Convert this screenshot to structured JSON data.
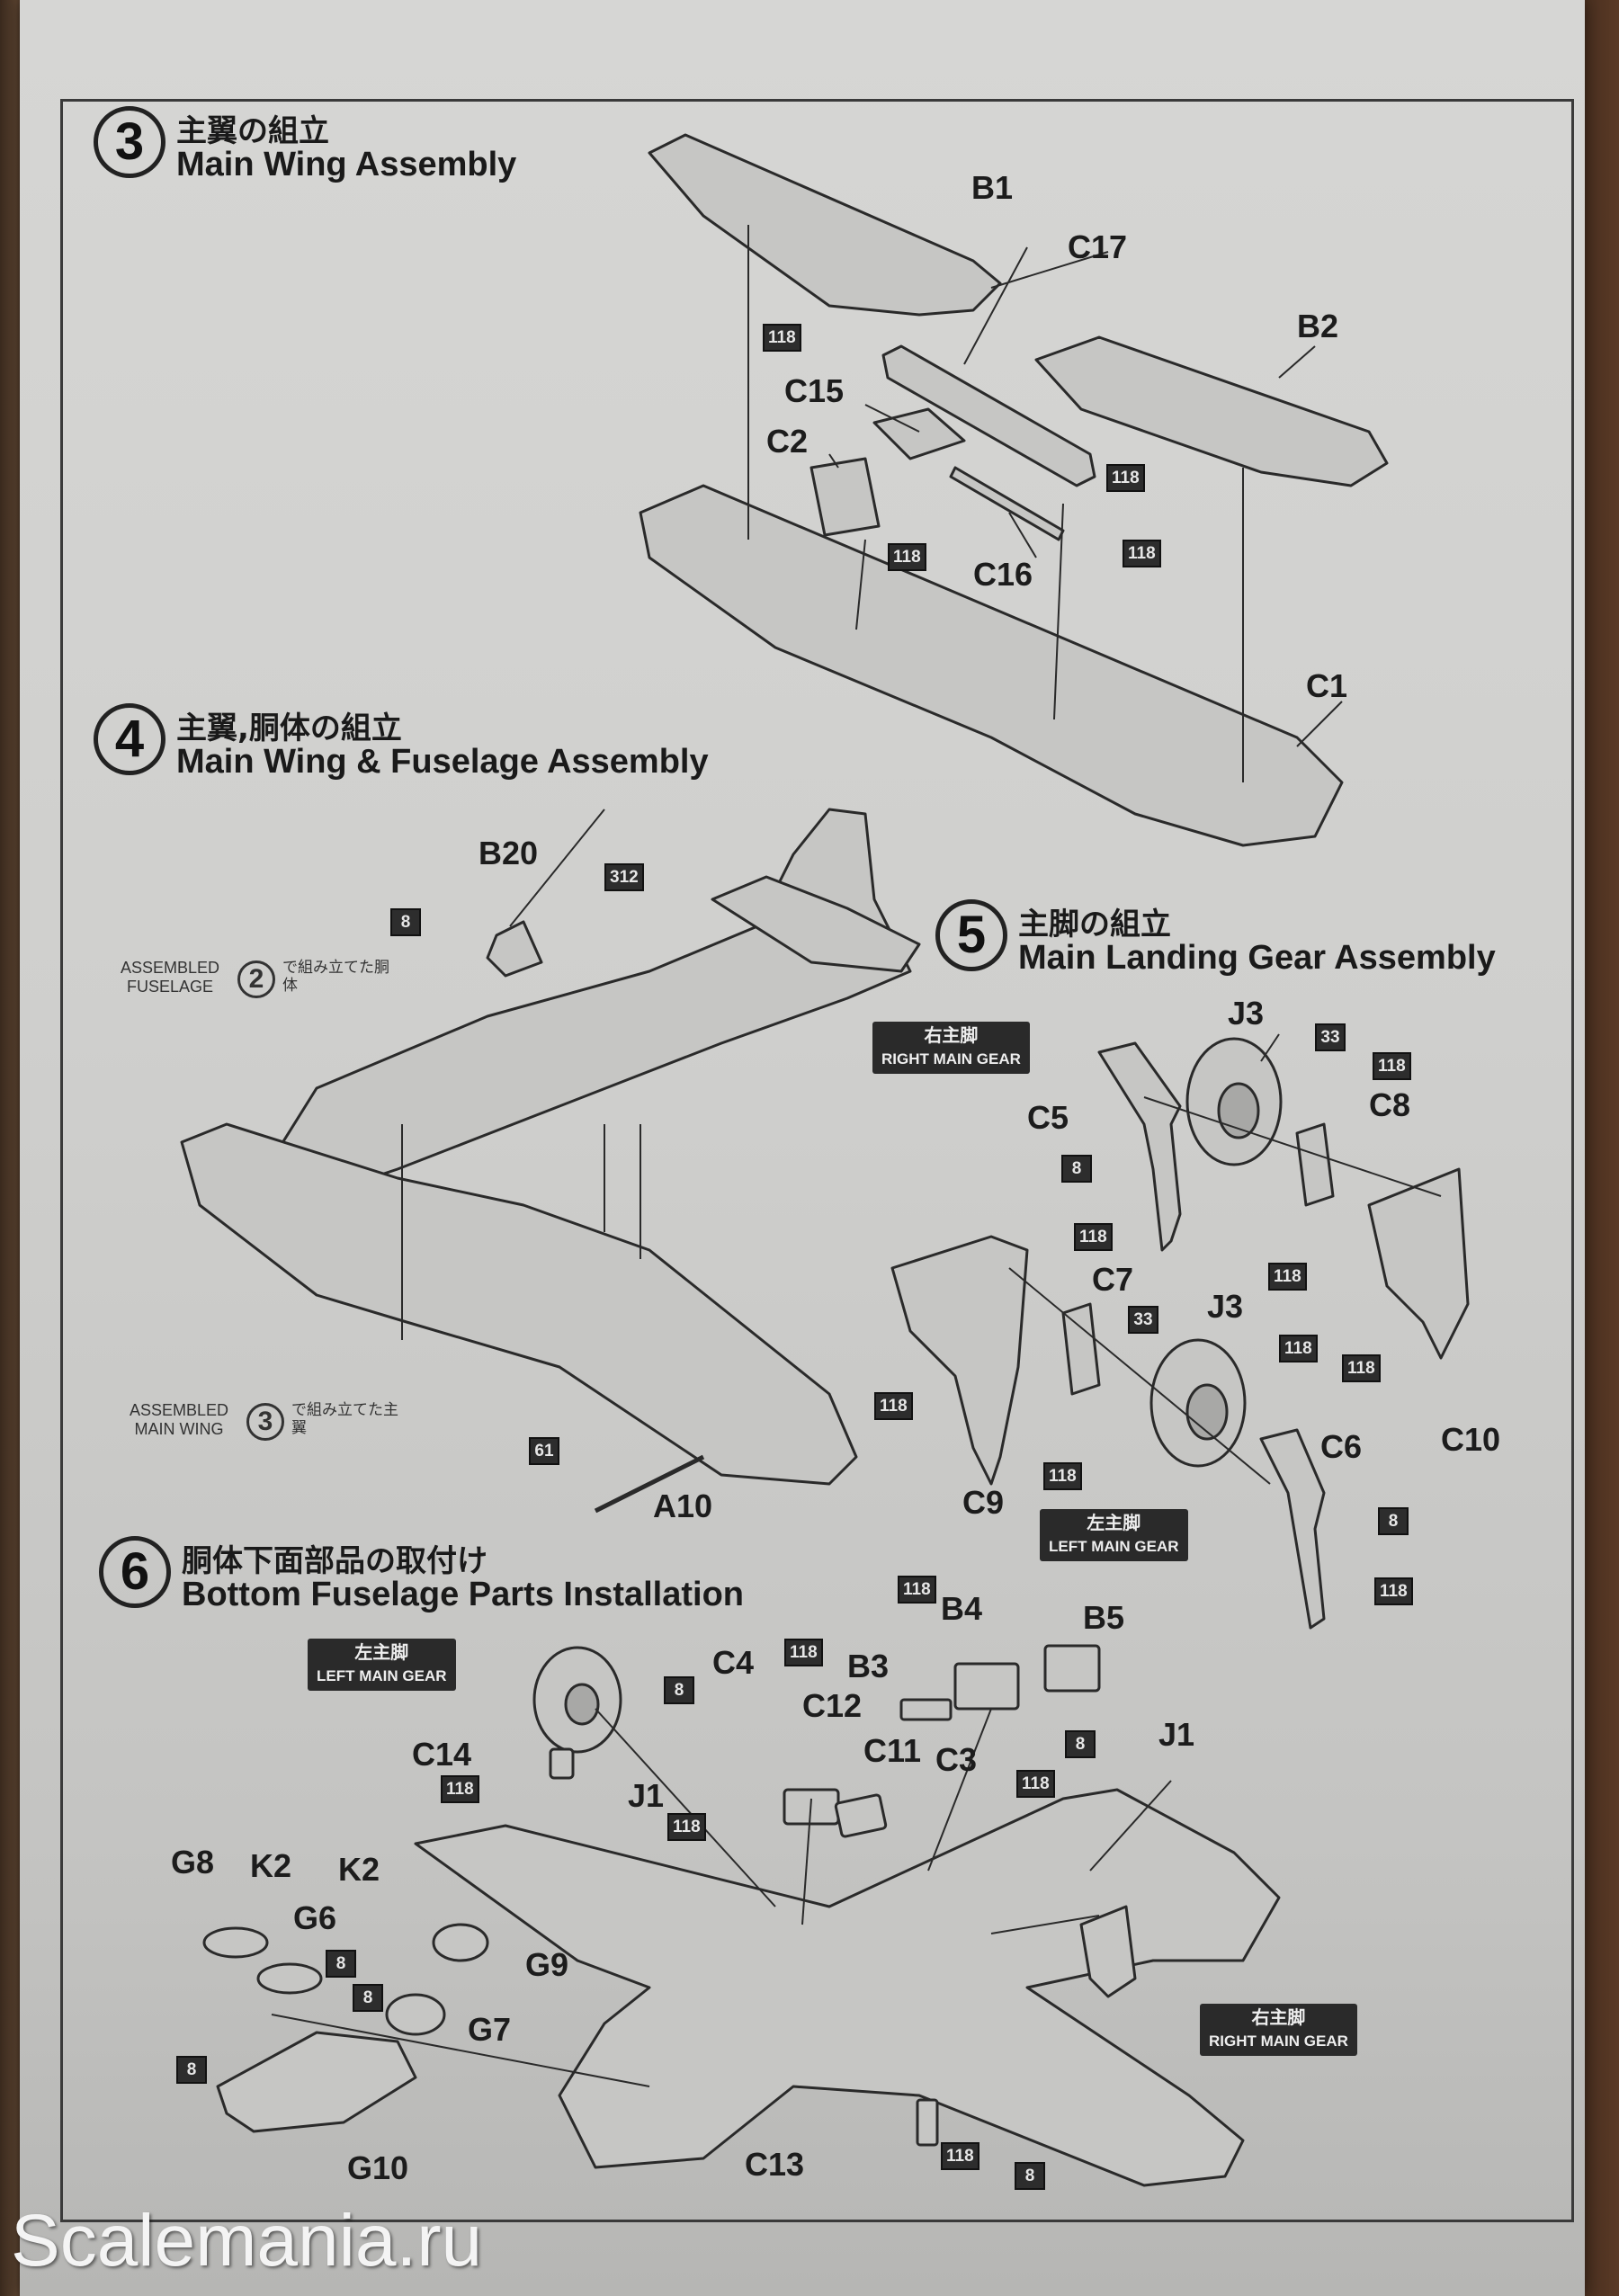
{
  "step3": {
    "number": "3",
    "title_jp": "主翼の組立",
    "title_en": "Main Wing Assembly"
  },
  "step4": {
    "number": "4",
    "title_jp": "主翼,胴体の組立",
    "title_en": "Main Wing & Fuselage Assembly"
  },
  "step5": {
    "number": "5",
    "title_jp": "主脚の組立",
    "title_en": "Main Landing Gear Assembly"
  },
  "step6": {
    "number": "6",
    "title_jp": "胴体下面部品の取付け",
    "title_en": "Bottom Fuselage Parts Installation"
  },
  "parts": {
    "B1": "B1",
    "C17": "C17",
    "B2": "B2",
    "C15": "C15",
    "C2": "C2",
    "C16": "C16",
    "C1": "C1",
    "B20": "B20",
    "A10": "A10",
    "J3": "J3",
    "C5": "C5",
    "C8": "C8",
    "C7": "C7",
    "C10": "C10",
    "C6": "C6",
    "C9": "C9",
    "C4": "C4",
    "B4": "B4",
    "B5": "B5",
    "B3": "B3",
    "C12": "C12",
    "C11": "C11",
    "C3": "C3",
    "C14": "C14",
    "J1": "J1",
    "G8": "G8",
    "K2": "K2",
    "G6": "G6",
    "G9": "G9",
    "G7": "G7",
    "G10": "G10",
    "C13": "C13"
  },
  "colors": {
    "c118": "118",
    "c8": "8",
    "c312": "312",
    "c33": "33",
    "c61": "61"
  },
  "gear": {
    "right_jp": "右主脚",
    "right_en": "RIGHT MAIN GEAR",
    "left_jp": "左主脚",
    "left_en": "LEFT MAIN GEAR"
  },
  "assembled": {
    "fuselage_en": "ASSEMBLED FUSELAGE",
    "fuselage_num": "2",
    "fuselage_jp": "で組み立てた胴体",
    "wing_en": "ASSEMBLED MAIN WING",
    "wing_num": "3",
    "wing_jp": "で組み立てた主翼"
  },
  "watermark": "Scalemania.ru"
}
